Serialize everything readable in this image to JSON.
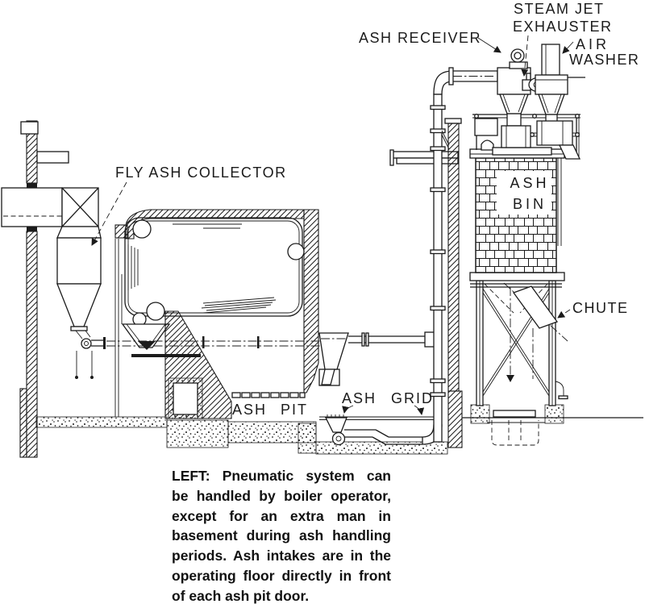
{
  "labels": {
    "fly_ash_collector": "FLY ASH COLLECTOR",
    "ash_receiver": "ASH RECEIVER",
    "steam_jet_line1": "STEAM JET",
    "steam_jet_line2": "EXHAUSTER",
    "air_washer_line1": "AIR",
    "air_washer_line2": "WASHER",
    "ash_bin_line1": "ASH",
    "ash_bin_line2": "BIN",
    "chute": "CHUTE",
    "ash_pit": "ASH PIT",
    "ash_grid": "ASH GRID"
  },
  "caption": {
    "lines": [
      "LEFT: Pneumatic system can",
      "be handled by boiler operator,",
      "except for an extra man in",
      "basement during ash handling",
      "periods. Ash intakes are in the",
      "operating floor directly in front",
      "of each ash pit door."
    ]
  },
  "colors": {
    "ink": "#1b1b1b",
    "paper": "#ffffff"
  }
}
